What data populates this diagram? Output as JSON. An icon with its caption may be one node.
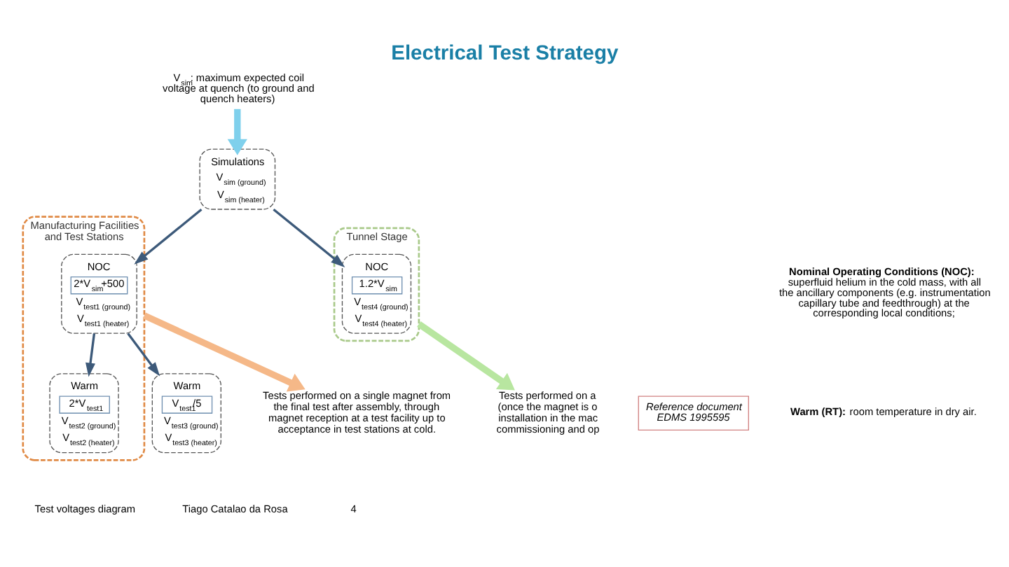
{
  "diagram": {
    "title": "Electrical Test Strategy",
    "nodes": [
      {
        "text": [
          "V$_{sim}$: maximum expected coil voltage at quench (to ground and quench heaters)"
        ]
      },
      {
        "text": [
          "Simulations",
          "V$_{sim (ground)}$ V$_{sim (heater)}$"
        ]
      },
      {
        "text": [
          "Manufacturing Facilities and Test Stations"
        ]
      },
      {
        "text": [
          "NOC",
          "2*V$_{sim}$+500",
          "V$_{test1 (ground)}$ V$_{test1 (heater)}$"
        ],
        "in": 2
      },
      {
        "text": [
          "Warm",
          "2*V$_{test1}$",
          "V$_{test2 (ground)}$ V$_{test2 (heater)}$"
        ],
        "in": 2
      },
      {
        "text": [
          "Tunnel Stage"
        ]
      },
      {
        "text": [
          "NOC",
          "1.2*V$_{sim}$",
          "V$_{test4 (ground)}$ V$_{test4 (heater)}$"
        ],
        "in": 5
      },
      {
        "text": [
          "Warm",
          "V$_{test1}$/5",
          "V$_{test3 (ground)}$ V$_{test3 (heater)}$"
        ]
      },
      {
        "text": [
          "Tests performed on a single magnet from the final test after assembly, through magnet reception at a test facility up to acceptance in test stations at cold."
        ]
      },
      {
        "text": [
          "Tests performed on a (once the magnet is o installation in the mac commissioning and op"
        ]
      },
      {
        "text": [
          "Reference document EDMS 1995595"
        ]
      }
    ],
    "edges": [
      {
        "from": 0,
        "to": 1,
        "arrow": "to",
        "style": "thick",
        "color": "#7fd0ec"
      },
      {
        "from": 1,
        "to": 3,
        "arrow": "to"
      },
      {
        "from": 3,
        "to": 4,
        "arrow": "to"
      },
      {
        "from": 1,
        "to": 6,
        "arrow": "to"
      },
      {
        "from": 3,
        "to": 7,
        "arrow": "to"
      },
      {
        "from": 2,
        "to": 8,
        "arrow": "to",
        "style": "thick",
        "color": "#f5b888"
      },
      {
        "from": 5,
        "to": 9,
        "arrow": "to",
        "style": "thick",
        "color": "#b8e6a0"
      }
    ],
    "labels": [
      "**Nominal Operating Conditions (NOC):** superfluid helium in the cold mass, with all the ancillary components (e.g. instrumentation capillary tube and feedthrough) at the corresponding local conditions;",
      "**Warm (RT):** room temperature in dry air.",
      "Test voltages diagram",
      "Tiago Catalao da Rosa",
      "4"
    ]
  }
}
